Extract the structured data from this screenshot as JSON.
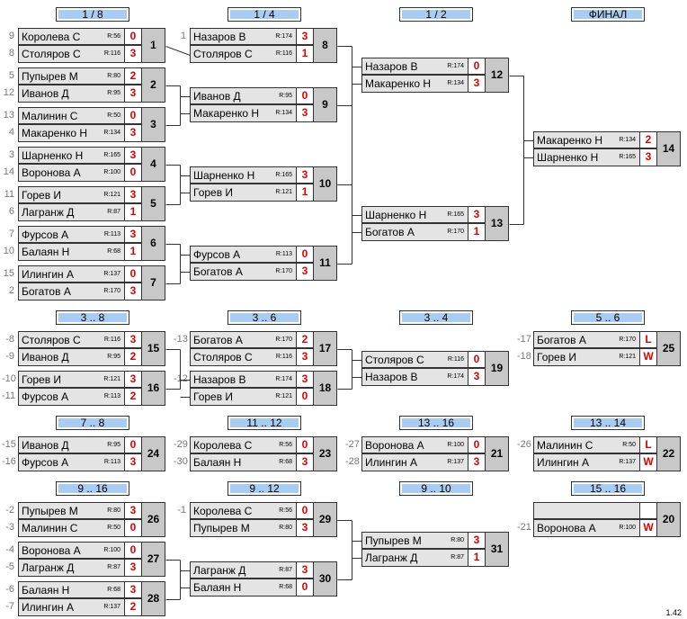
{
  "titles": [
    "1 / 8",
    "1 / 4",
    "1 / 2",
    "ФИНАЛ",
    "3 .. 8",
    "3 .. 6",
    "3 .. 4",
    "5 .. 6",
    "7 .. 8",
    "11 .. 12",
    "13 .. 16",
    "13 .. 14",
    "9 .. 16",
    "9 .. 12",
    "9 .. 10",
    "15 .. 16"
  ],
  "matches": [
    {
      "num": "1",
      "p": [
        {
          "seed": "9",
          "name": "Королева С",
          "rating": "R:56",
          "score": "0"
        },
        {
          "seed": "8",
          "name": "Столяров С",
          "rating": "R:116",
          "score": "3"
        }
      ]
    },
    {
      "num": "2",
      "p": [
        {
          "seed": "5",
          "name": "Пупырев М",
          "rating": "R:80",
          "score": "2"
        },
        {
          "seed": "12",
          "name": "Иванов Д",
          "rating": "R:95",
          "score": "3"
        }
      ]
    },
    {
      "num": "3",
      "p": [
        {
          "seed": "13",
          "name": "Малинин  С",
          "rating": "R:50",
          "score": "0"
        },
        {
          "seed": "4",
          "name": "Макаренко Н",
          "rating": "R:134",
          "score": "3"
        }
      ]
    },
    {
      "num": "4",
      "p": [
        {
          "seed": "3",
          "name": "Шарненко Н",
          "rating": "R:165",
          "score": "3"
        },
        {
          "seed": "14",
          "name": "Воронова А",
          "rating": "R:100",
          "score": "0"
        }
      ]
    },
    {
      "num": "5",
      "p": [
        {
          "seed": "11",
          "name": "Горев И",
          "rating": "R:121",
          "score": "3"
        },
        {
          "seed": "6",
          "name": "Лагранж Д",
          "rating": "R:87",
          "score": "1"
        }
      ]
    },
    {
      "num": "6",
      "p": [
        {
          "seed": "7",
          "name": "Фурсов А",
          "rating": "R:113",
          "score": "3"
        },
        {
          "seed": "10",
          "name": "Балаян Н",
          "rating": "R:68",
          "score": "1"
        }
      ]
    },
    {
      "num": "7",
      "p": [
        {
          "seed": "15",
          "name": "Илингин А",
          "rating": "R:137",
          "score": "0"
        },
        {
          "seed": "2",
          "name": "Богатов А",
          "rating": "R:170",
          "score": "3"
        }
      ]
    },
    {
      "num": "8",
      "p": [
        {
          "seed": "1",
          "name": "Назаров В",
          "rating": "R:174",
          "score": "3"
        },
        {
          "seed": "",
          "name": "Столяров С",
          "rating": "R:116",
          "score": "1"
        }
      ]
    },
    {
      "num": "9",
      "p": [
        {
          "seed": "",
          "name": "Иванов Д",
          "rating": "R:95",
          "score": "0"
        },
        {
          "seed": "",
          "name": "Макаренко Н",
          "rating": "R:134",
          "score": "3"
        }
      ]
    },
    {
      "num": "10",
      "p": [
        {
          "seed": "",
          "name": "Шарненко Н",
          "rating": "R:165",
          "score": "3"
        },
        {
          "seed": "",
          "name": "Горев И",
          "rating": "R:121",
          "score": "1"
        }
      ]
    },
    {
      "num": "11",
      "p": [
        {
          "seed": "",
          "name": "Фурсов А",
          "rating": "R:113",
          "score": "0"
        },
        {
          "seed": "",
          "name": "Богатов А",
          "rating": "R:170",
          "score": "3"
        }
      ]
    },
    {
      "num": "12",
      "p": [
        {
          "seed": "",
          "name": "Назаров В",
          "rating": "R:174",
          "score": "0"
        },
        {
          "seed": "",
          "name": "Макаренко Н",
          "rating": "R:134",
          "score": "3"
        }
      ]
    },
    {
      "num": "13",
      "p": [
        {
          "seed": "",
          "name": "Шарненко Н",
          "rating": "R:165",
          "score": "3"
        },
        {
          "seed": "",
          "name": "Богатов А",
          "rating": "R:170",
          "score": "1"
        }
      ]
    },
    {
      "num": "14",
      "p": [
        {
          "seed": "",
          "name": "Макаренко Н",
          "rating": "R:134",
          "score": "2"
        },
        {
          "seed": "",
          "name": "Шарненко Н",
          "rating": "R:165",
          "score": "3"
        }
      ]
    },
    {
      "num": "15",
      "p": [
        {
          "seed": "-8",
          "name": "Столяров С",
          "rating": "R:116",
          "score": "3"
        },
        {
          "seed": "-9",
          "name": "Иванов Д",
          "rating": "R:95",
          "score": "2"
        }
      ]
    },
    {
      "num": "16",
      "p": [
        {
          "seed": "-10",
          "name": "Горев И",
          "rating": "R:121",
          "score": "3"
        },
        {
          "seed": "-11",
          "name": "Фурсов А",
          "rating": "R:113",
          "score": "2"
        }
      ]
    },
    {
      "num": "17",
      "p": [
        {
          "seed": "-13",
          "name": "Богатов А",
          "rating": "R:170",
          "score": "2"
        },
        {
          "seed": "",
          "name": "Столяров С",
          "rating": "R:116",
          "score": "3"
        }
      ]
    },
    {
      "num": "18",
      "p": [
        {
          "seed": "-12",
          "name": "Назаров В",
          "rating": "R:174",
          "score": "3"
        },
        {
          "seed": "",
          "name": "Горев И",
          "rating": "R:121",
          "score": "0"
        }
      ]
    },
    {
      "num": "19",
      "p": [
        {
          "seed": "",
          "name": "Столяров С",
          "rating": "R:116",
          "score": "0"
        },
        {
          "seed": "",
          "name": "Назаров В",
          "rating": "R:174",
          "score": "3"
        }
      ]
    },
    {
      "num": "25",
      "p": [
        {
          "seed": "-17",
          "name": "Богатов А",
          "rating": "R:170",
          "score": "L"
        },
        {
          "seed": "-18",
          "name": "Горев И",
          "rating": "R:121",
          "score": "W"
        }
      ]
    },
    {
      "num": "24",
      "p": [
        {
          "seed": "-15",
          "name": "Иванов Д",
          "rating": "R:95",
          "score": "0"
        },
        {
          "seed": "-16",
          "name": "Фурсов А",
          "rating": "R:113",
          "score": "3"
        }
      ]
    },
    {
      "num": "23",
      "p": [
        {
          "seed": "-29",
          "name": "Королева С",
          "rating": "R:56",
          "score": "0"
        },
        {
          "seed": "-30",
          "name": "Балаян Н",
          "rating": "R:68",
          "score": "3"
        }
      ]
    },
    {
      "num": "21",
      "p": [
        {
          "seed": "-27",
          "name": "Воронова А",
          "rating": "R:100",
          "score": "0"
        },
        {
          "seed": "-28",
          "name": "Илингин А",
          "rating": "R:137",
          "score": "3"
        }
      ]
    },
    {
      "num": "22",
      "p": [
        {
          "seed": "-26",
          "name": "Малинин  С",
          "rating": "R:50",
          "score": "L"
        },
        {
          "seed": "",
          "name": "Илингин А",
          "rating": "R:137",
          "score": "W"
        }
      ]
    },
    {
      "num": "26",
      "p": [
        {
          "seed": "-2",
          "name": "Пупырев М",
          "rating": "R:80",
          "score": "3"
        },
        {
          "seed": "-3",
          "name": "Малинин  С",
          "rating": "R:50",
          "score": "0"
        }
      ]
    },
    {
      "num": "27",
      "p": [
        {
          "seed": "-4",
          "name": "Воронова А",
          "rating": "R:100",
          "score": "0"
        },
        {
          "seed": "-5",
          "name": "Лагранж Д",
          "rating": "R:87",
          "score": "3"
        }
      ]
    },
    {
      "num": "28",
      "p": [
        {
          "seed": "-6",
          "name": "Балаян Н",
          "rating": "R:68",
          "score": "3"
        },
        {
          "seed": "-7",
          "name": "Илингин А",
          "rating": "R:137",
          "score": "2"
        }
      ]
    },
    {
      "num": "29",
      "p": [
        {
          "seed": "-1",
          "name": "Королева С",
          "rating": "R:56",
          "score": "0"
        },
        {
          "seed": "",
          "name": "Пупырев М",
          "rating": "R:80",
          "score": "3"
        }
      ]
    },
    {
      "num": "30",
      "p": [
        {
          "seed": "",
          "name": "Лагранж Д",
          "rating": "R:87",
          "score": "3"
        },
        {
          "seed": "",
          "name": "Балаян Н",
          "rating": "R:68",
          "score": "0"
        }
      ]
    },
    {
      "num": "31",
      "p": [
        {
          "seed": "",
          "name": "Пупырев М",
          "rating": "R:80",
          "score": "3"
        },
        {
          "seed": "",
          "name": "Лагранж Д",
          "rating": "R:87",
          "score": "1"
        }
      ]
    },
    {
      "num": "20",
      "p": [
        {
          "seed": "",
          "name": "",
          "rating": "",
          "score": ""
        },
        {
          "seed": "-21",
          "name": "Воронова А",
          "rating": "R:100",
          "score": "W"
        }
      ]
    }
  ],
  "version": "1.42"
}
